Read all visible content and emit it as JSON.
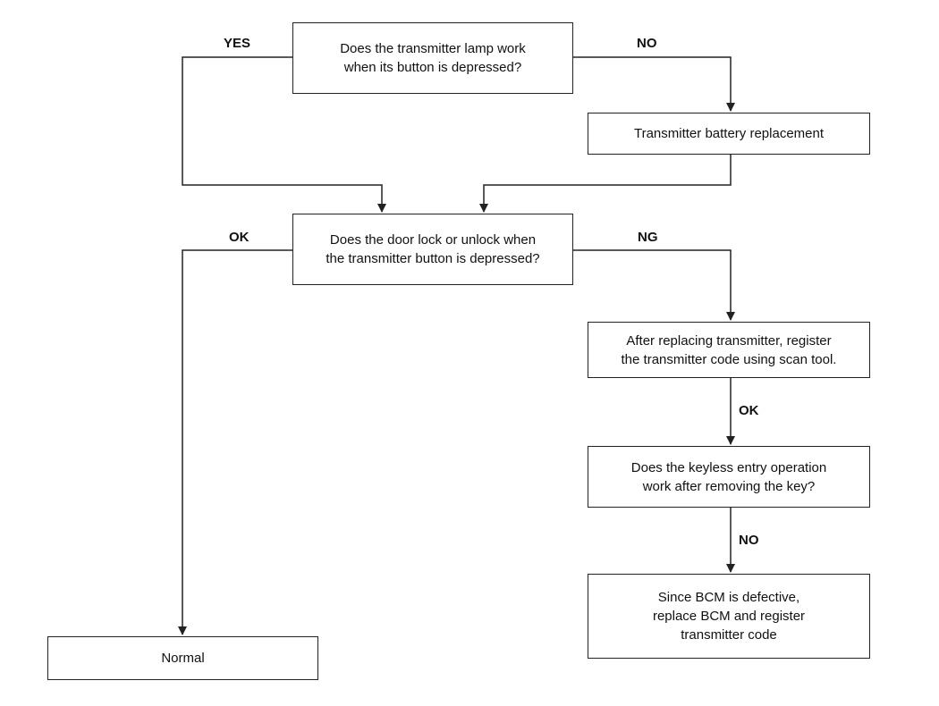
{
  "nodes": {
    "q_lamp": "Does the transmitter lamp work\nwhen its button is depressed?",
    "battery": "Transmitter battery replacement",
    "q_door": "Does the door lock or unlock when\nthe transmitter button is depressed?",
    "replace_register": "After replacing transmitter, register\nthe transmitter code using scan tool.",
    "q_keyless": "Does the keyless entry operation\nwork after removing the key?",
    "bcm": "Since BCM is defective,\nreplace BCM and register\ntransmitter code",
    "normal": "Normal"
  },
  "edges": {
    "yes": "YES",
    "no1": "NO",
    "ok1": "OK",
    "ng": "NG",
    "ok2": "OK",
    "no2": "NO"
  },
  "colors": {
    "line": "#222222",
    "background": "#ffffff"
  }
}
